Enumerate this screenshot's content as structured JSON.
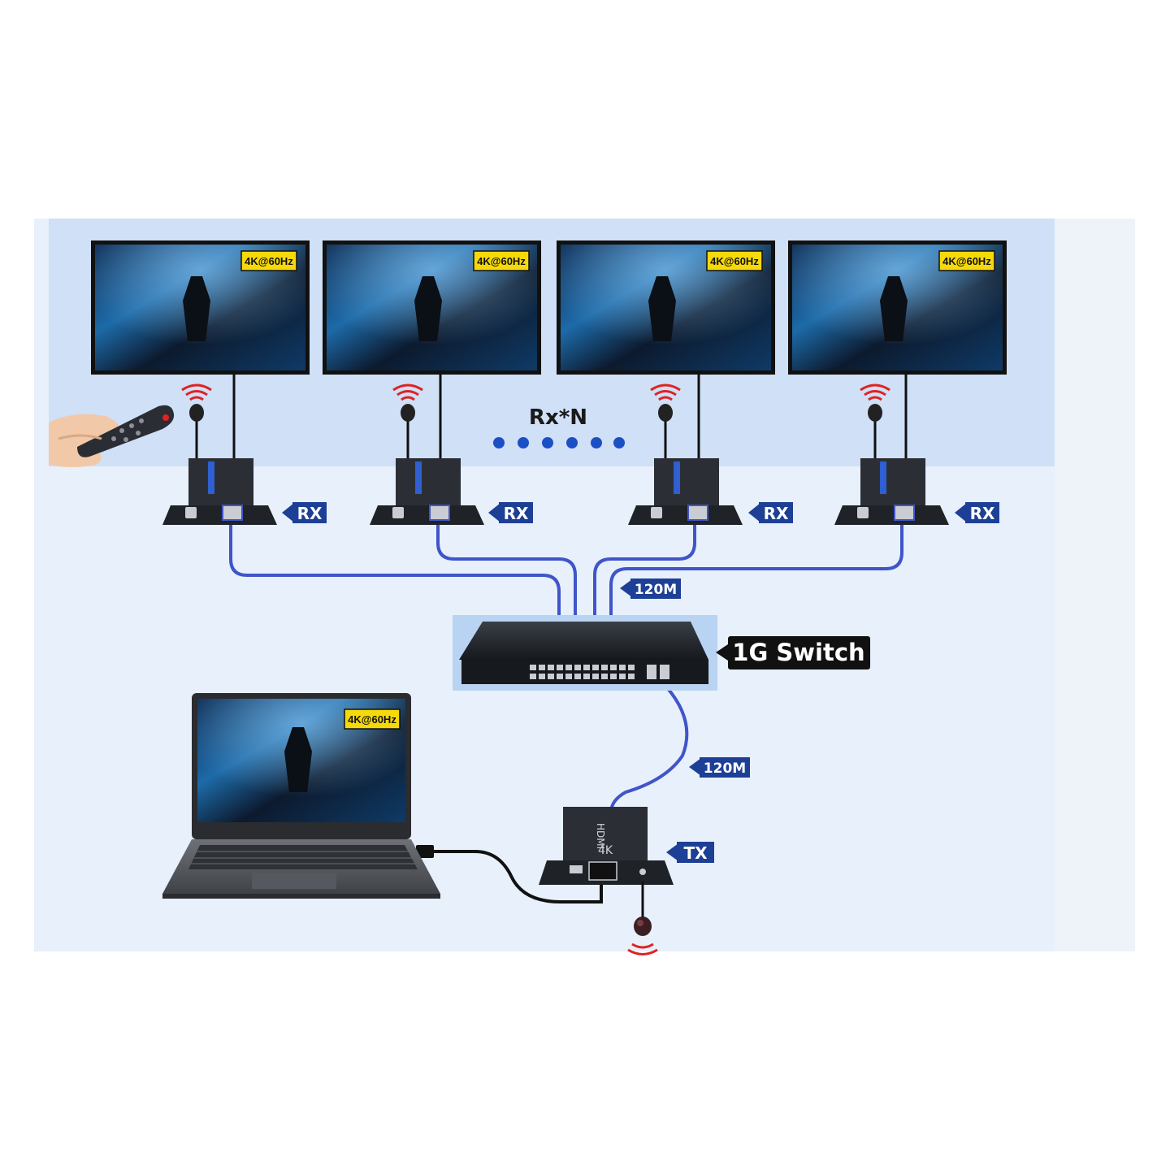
{
  "monitors": [
    {
      "resolution": "4K@60Hz"
    },
    {
      "resolution": "4K@60Hz"
    },
    {
      "resolution": "4K@60Hz"
    },
    {
      "resolution": "4K@60Hz"
    }
  ],
  "laptop": {
    "resolution": "4K@60Hz"
  },
  "receivers": [
    {
      "label": "RX"
    },
    {
      "label": "RX"
    },
    {
      "label": "RX"
    },
    {
      "label": "RX"
    }
  ],
  "rx_count_label": "Rx*N",
  "switch": {
    "label": "1G Switch"
  },
  "distances": {
    "rx_cable": "120M",
    "tx_cable": "120M"
  },
  "transmitter": {
    "label": "TX",
    "logo": "HDMI",
    "badge": "4K"
  },
  "colors": {
    "top_band": "#cfe0f7",
    "lower_band": "#e7f0fb",
    "label_blue": "#1d3f95",
    "cable_blue": "#3f55c8",
    "signal_red": "#e02222",
    "device_black": "#1f2226"
  },
  "icons": [
    "remote-control-icon",
    "ir-receiver-icon",
    "ir-transmitter-icon",
    "ir-signal-icon"
  ]
}
